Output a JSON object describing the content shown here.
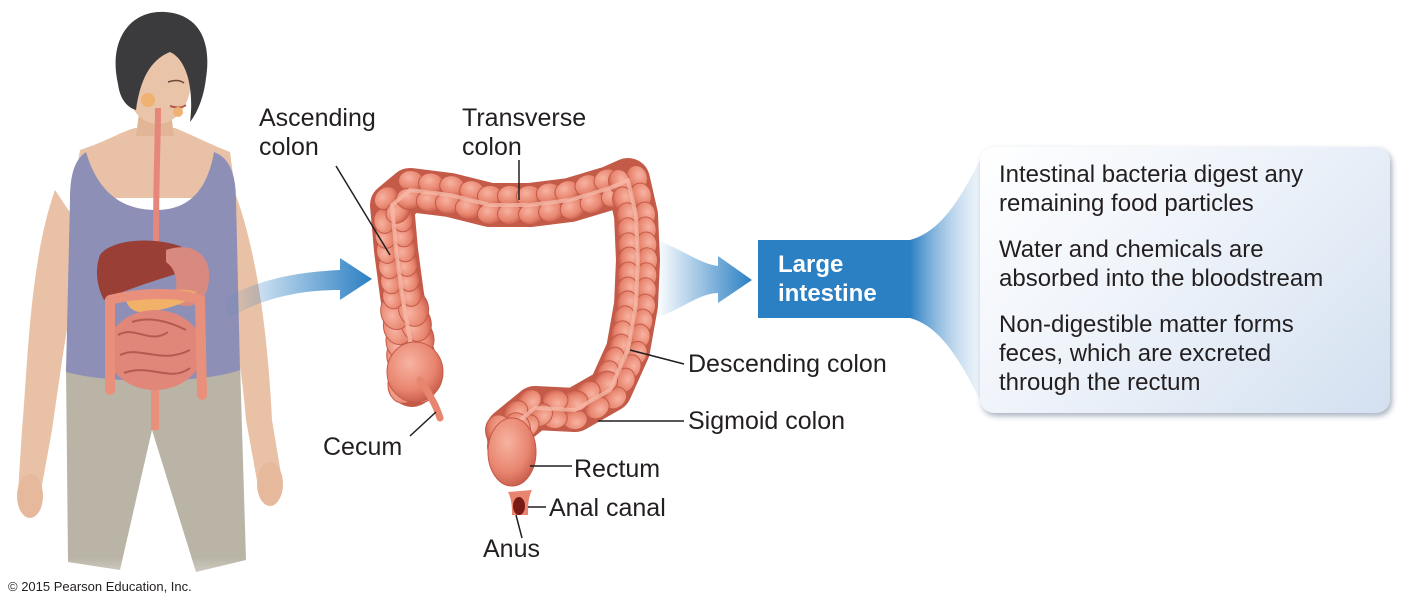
{
  "labels": {
    "ascending_colon": "Ascending\ncolon",
    "transverse_colon": "Transverse\ncolon",
    "cecum": "Cecum",
    "descending_colon": "Descending colon",
    "sigmoid_colon": "Sigmoid colon",
    "rectum": "Rectum",
    "anal_canal": "Anal canal",
    "anus": "Anus"
  },
  "main_box": {
    "text": "Large\nintestine"
  },
  "functions": [
    "Intestinal bacteria digest any\nremaining food particles",
    "Water and chemicals are\nabsorbed into the bloodstream",
    "Non-digestible matter forms\nfeces, which are excreted\nthrough the rectum"
  ],
  "copyright": "© 2015 Pearson Education, Inc.",
  "colors": {
    "accent_blue": "#2b7fc3",
    "colon": "#e8856f",
    "colon_dark": "#c45a48",
    "skin": "#e9c1a6",
    "shirt": "#8d8fb6",
    "pants": "#b9b4a6"
  }
}
